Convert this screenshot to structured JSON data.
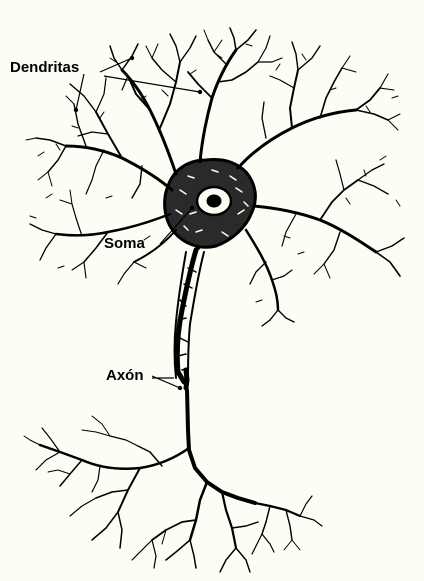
{
  "figure": {
    "subject": "neuron-diagram",
    "background_color": "#fdfdf6",
    "ink_color": "#000000",
    "labels": {
      "dendrites": "Dendritas",
      "soma": "Soma",
      "axon": "Axón"
    }
  }
}
